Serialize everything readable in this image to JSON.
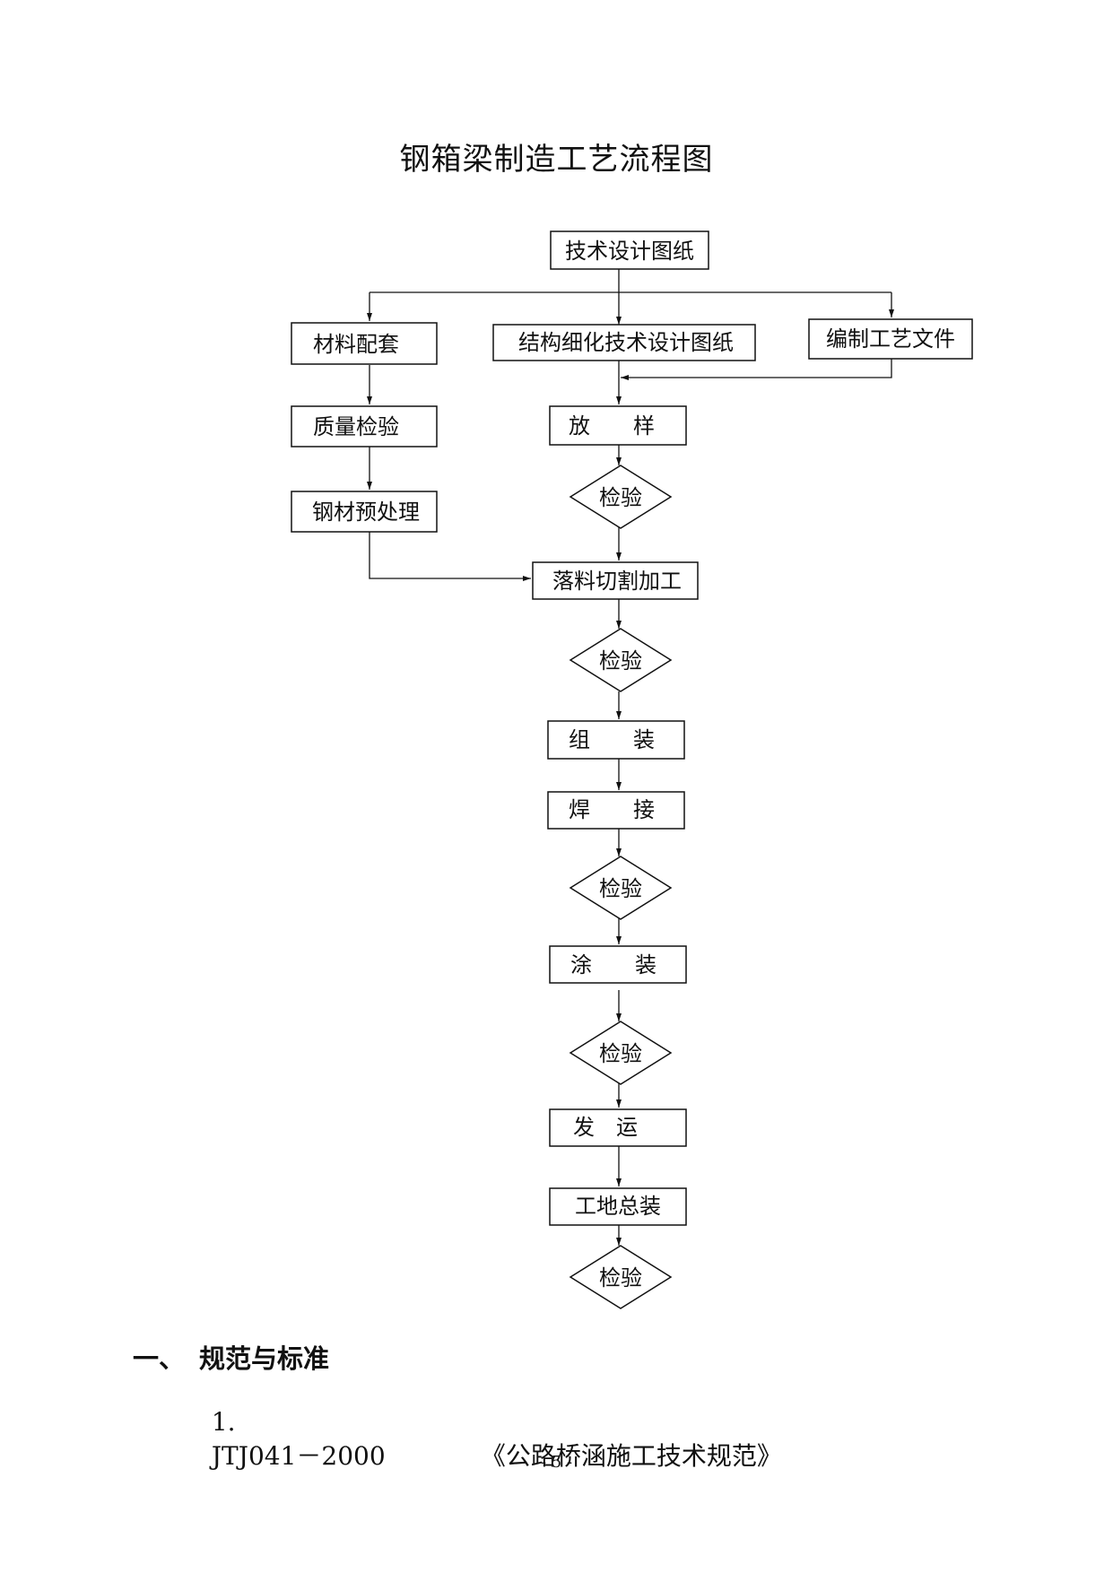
{
  "title": "钢箱梁制造工艺流程图",
  "flow": {
    "design_drawings": "技术设计图纸",
    "material_supply": "材料配套",
    "detail_drawings": "结构细化技术设计图纸",
    "process_docs": "编制工艺文件",
    "quality_check": "质量检验",
    "lofting": "放　　样",
    "steel_pretreatment": "钢材预处理",
    "cutting": "落料切割加工",
    "assembly": "组　　装",
    "welding": "焊　　接",
    "coating": "涂　　装",
    "shipping": "发　运",
    "site_assembly": "工地总装",
    "inspection_label": "检验"
  },
  "section": {
    "number": "一、",
    "heading": "规范与标准"
  },
  "references": [
    {
      "index": "1.",
      "code": "JTJ041－2000",
      "name": "《公路桥涵施工技术规范》"
    }
  ],
  "page_number": "- 5 -"
}
